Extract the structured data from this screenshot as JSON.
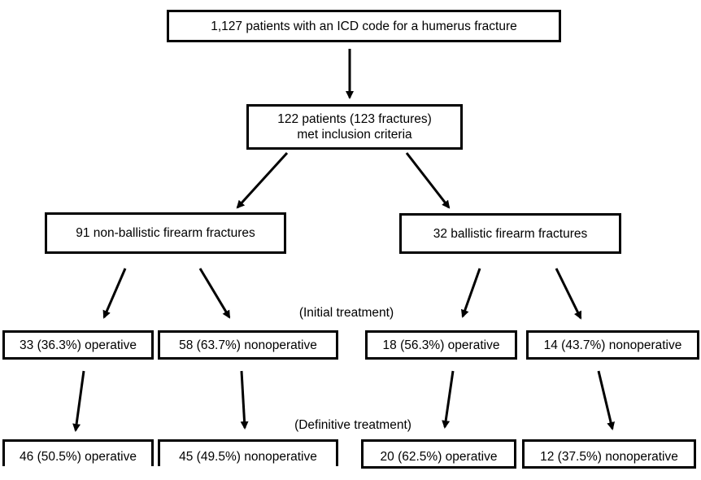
{
  "top": {
    "line1": "1,127 patients with an ICD code for a humerus fracture"
  },
  "inclusion": {
    "line1": "122 patients (123 fractures)",
    "line2": "met inclusion criteria"
  },
  "groups": {
    "non_ballistic": "91 non-ballistic firearm fractures",
    "ballistic": "32 ballistic firearm fractures"
  },
  "stage_labels": {
    "initial": "(Initial treatment)",
    "definitive": "(Definitive treatment)"
  },
  "initial_treatment": {
    "nb_operative": "33 (36.3%) operative",
    "nb_nonoperative": "58 (63.7%) nonoperative",
    "b_operative": "18 (56.3%) operative",
    "b_nonoperative": "14 (43.7%) nonoperative"
  },
  "definitive_treatment": {
    "nb_operative": "46 (50.5%) operative",
    "nb_nonoperative": "45 (49.5%) nonoperative",
    "b_operative": "20 (62.5%) operative",
    "b_nonoperative": "12 (37.5%) nonoperative"
  }
}
